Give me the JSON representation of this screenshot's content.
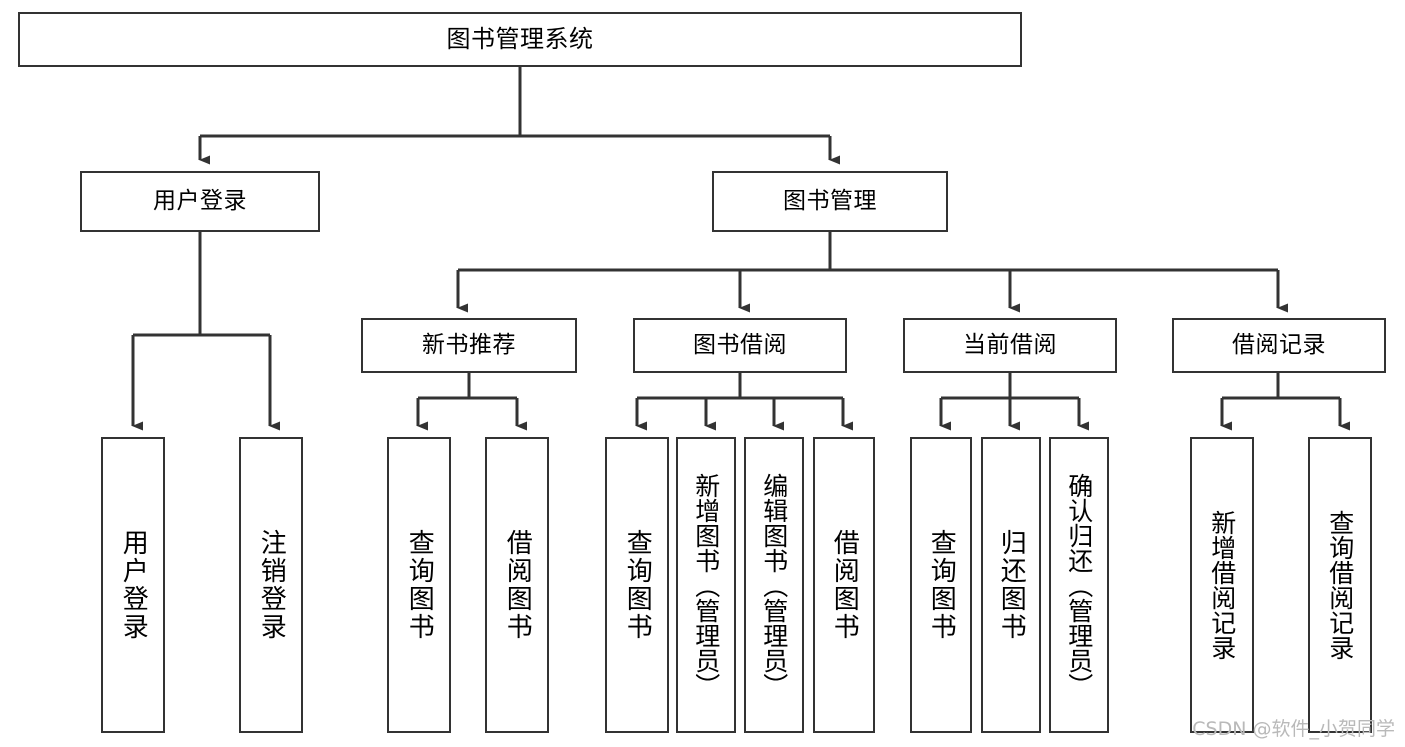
{
  "diagram": {
    "title": "图书管理系统",
    "type": "tree-hierarchy-chart",
    "root": {
      "label": "图书管理系统"
    },
    "level2": [
      {
        "label": "用户登录"
      },
      {
        "label": "图书管理"
      }
    ],
    "level3": [
      {
        "label": "新书推荐"
      },
      {
        "label": "图书借阅"
      },
      {
        "label": "当前借阅"
      },
      {
        "label": "借阅记录"
      }
    ],
    "leaves": {
      "user_login": [
        {
          "label": "用户登录"
        },
        {
          "label": "注销登录"
        }
      ],
      "new_book_recommend": [
        {
          "label": "查询图书"
        },
        {
          "label": "借阅图书"
        }
      ],
      "book_borrow": [
        {
          "label": "查询图书"
        },
        {
          "label": "新增图书（管理员）"
        },
        {
          "label": "编辑图书（管理员）"
        },
        {
          "label": "借阅图书"
        }
      ],
      "current_borrow": [
        {
          "label": "查询图书"
        },
        {
          "label": "归还图书"
        },
        {
          "label": "确认归还（管理员）"
        }
      ],
      "borrow_record": [
        {
          "label": "新增借阅记录"
        },
        {
          "label": "查询借阅记录"
        }
      ]
    }
  },
  "watermark": {
    "text": "CSDN @软件_小贺同学"
  },
  "colors": {
    "stroke": "#333333",
    "background": "#ffffff",
    "text": "#000000",
    "watermark": "#b9b9b9"
  }
}
